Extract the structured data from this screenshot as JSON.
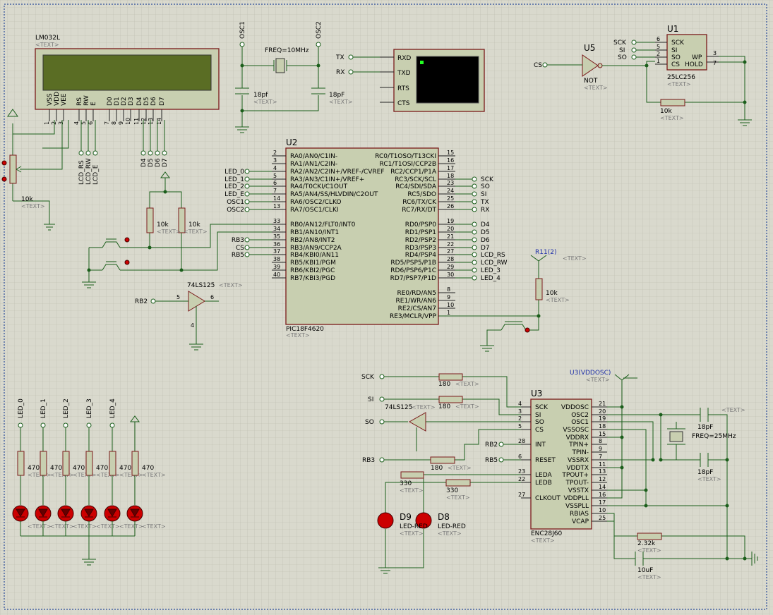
{
  "lcd": {
    "ref": "LM032L",
    "text": "<TEXT>",
    "pins": [
      "VSS",
      "VDD",
      "VEE",
      "RS",
      "RW",
      "E",
      "D0",
      "D1",
      "D2",
      "D3",
      "D4",
      "D5",
      "D6",
      "D7"
    ],
    "pin_nums": [
      "1",
      "2",
      "3",
      "4",
      "5",
      "6",
      "7",
      "8",
      "9",
      "10",
      "11",
      "12",
      "13",
      "14"
    ],
    "nets": [
      "LCD_RS",
      "LCD_RW",
      "LCD_E",
      "D4",
      "D5",
      "D6",
      "D7"
    ]
  },
  "pot": {
    "value": "10k",
    "text": "<TEXT>"
  },
  "osc": {
    "labels": [
      "OSC1",
      "OSC2"
    ],
    "freq": "FREQ=10MHz",
    "c1": "18pf",
    "c2": "18pF",
    "text": "<TEXT>"
  },
  "terminal": {
    "pins": [
      "RXD",
      "TXD",
      "RTS",
      "CTS"
    ],
    "nets": [
      "TX",
      "RX"
    ]
  },
  "u5": {
    "ref": "U5",
    "type": "NOT",
    "net": "CS",
    "text": "<TEXT>"
  },
  "u1": {
    "ref": "U1",
    "part": "25LC256",
    "pins": [
      "SCK",
      "SI",
      "SO",
      "CS",
      "WP",
      "HOLD"
    ],
    "pin_nums": [
      "6",
      "5",
      "2",
      "1",
      "3",
      "7"
    ],
    "nets": [
      "SCK",
      "SI",
      "SO"
    ],
    "r": "10k",
    "text": "<TEXT>"
  },
  "u2": {
    "ref": "U2",
    "part": "PIC18F4620",
    "text": "<TEXT>",
    "left_pins": [
      "RA0/AN0/C1IN-",
      "RA1/AN1/C2IN-",
      "RA2/AN2/C2IN+/VREF-/CVREF",
      "RA3/AN3/C1IN+/VREF+",
      "RA4/T0CKI/C1OUT",
      "RA5/AN4/SS/HLVDIN/C2OUT",
      "RA6/OSC2/CLKO",
      "RA7/OSC1/CLKI",
      "RB0/AN12/FLT0/INT0",
      "RB1/AN10/INT1",
      "RB2/AN8/INT2",
      "RB3/AN9/CCP2A",
      "RB4/KBI0/AN11",
      "RB5/KBI1/PGM",
      "RB6/KBI2/PGC",
      "RB7/KBI3/PGD"
    ],
    "left_nums": [
      "2",
      "3",
      "4",
      "5",
      "6",
      "7",
      "14",
      "13",
      "33",
      "34",
      "35",
      "36",
      "37",
      "38",
      "39",
      "40"
    ],
    "left_nets": [
      "",
      "",
      "LED_0",
      "LED_1",
      "LED_2",
      "LED_E",
      "OSC1",
      "OSC2",
      "",
      "",
      "RB3",
      "CS",
      "RB5",
      "",
      "",
      ""
    ],
    "right_pins": [
      "RC0/T1OSO/T13CKI",
      "RC1/T1OSI/CCP2B",
      "RC2/CCP1/P1A",
      "RC3/SCK/SCL",
      "RC4/SDI/SDA",
      "RC5/SDO",
      "RC6/TX/CK",
      "RC7/RX/DT",
      "RD0/PSP0",
      "RD1/PSP1",
      "RD2/PSP2",
      "RD3/PSP3",
      "RD4/PSP4",
      "RD5/PSP5/P1B",
      "RD6/PSP6/P1C",
      "RD7/PSP7/P1D",
      "RE0/RD/AN5",
      "RE1/WR/AN6",
      "RE2/CS/AN7",
      "RE3/MCLR/VPP"
    ],
    "right_nums": [
      "15",
      "16",
      "17",
      "18",
      "23",
      "24",
      "25",
      "26",
      "19",
      "20",
      "21",
      "22",
      "27",
      "28",
      "29",
      "30",
      "8",
      "9",
      "10",
      "1"
    ],
    "right_nets": [
      "",
      "",
      "",
      "SCK",
      "SO",
      "SI",
      "TX",
      "RX",
      "D4",
      "D5",
      "D6",
      "D7",
      "LCD_RS",
      "LCD_RW",
      "LED_3",
      "LED_4",
      "",
      "",
      "",
      ""
    ]
  },
  "pullups": {
    "r1": "10k",
    "r2": "10k",
    "text": "<TEXT>"
  },
  "buf1": {
    "part": "74LS125",
    "net": "RB2",
    "pins": [
      "5",
      "6",
      "4"
    ],
    "text": "<TEXT>"
  },
  "mclr": {
    "probe": "R11(2)",
    "r": "10k",
    "text": "<TEXT>"
  },
  "leds": {
    "nets": [
      "LED_0",
      "LED_1",
      "LED_2",
      "LED_3",
      "LED_4"
    ],
    "r": "470",
    "text": "<TEXT>"
  },
  "u3": {
    "ref": "U3",
    "part": "ENC28J60",
    "probe": "U3(VDDOSC)",
    "text": "<TEXT>",
    "left_pins": [
      "SCK",
      "SI",
      "SO",
      "CS",
      "INT",
      "RESET",
      "LEDA",
      "LEDB",
      "CLKOUT"
    ],
    "left_nums": [
      "4",
      "3",
      "2",
      "5",
      "28",
      "6",
      "23",
      "22",
      "27"
    ],
    "right_pins": [
      "VDDOSC",
      "OSC2",
      "OSC1",
      "VSSOSC",
      "VDDRX",
      "TPIN+",
      "TPIN-",
      "VSSRX",
      "VDDTX",
      "TPOUT+",
      "TPOUT-",
      "VSSTX",
      "VDDPLL",
      "VSSPLL",
      "RBIAS",
      "VCAP"
    ],
    "right_nums": [
      "21",
      "20",
      "19",
      "18",
      "15",
      "8",
      "9",
      "7",
      "11",
      "13",
      "12",
      "14",
      "16",
      "17",
      "10",
      "25"
    ],
    "nets_in": [
      "SCK",
      "SI",
      "SO",
      "RB3",
      "RB2",
      "RB5"
    ],
    "r180": "180",
    "buf": "74LS125",
    "r330": "330",
    "leds": [
      "D9",
      "D8"
    ],
    "led_type": "LED-RED",
    "c": "18pF",
    "freq": "FREQ=25MHz",
    "rbias": "2.32k",
    "vcap": "10uF"
  }
}
